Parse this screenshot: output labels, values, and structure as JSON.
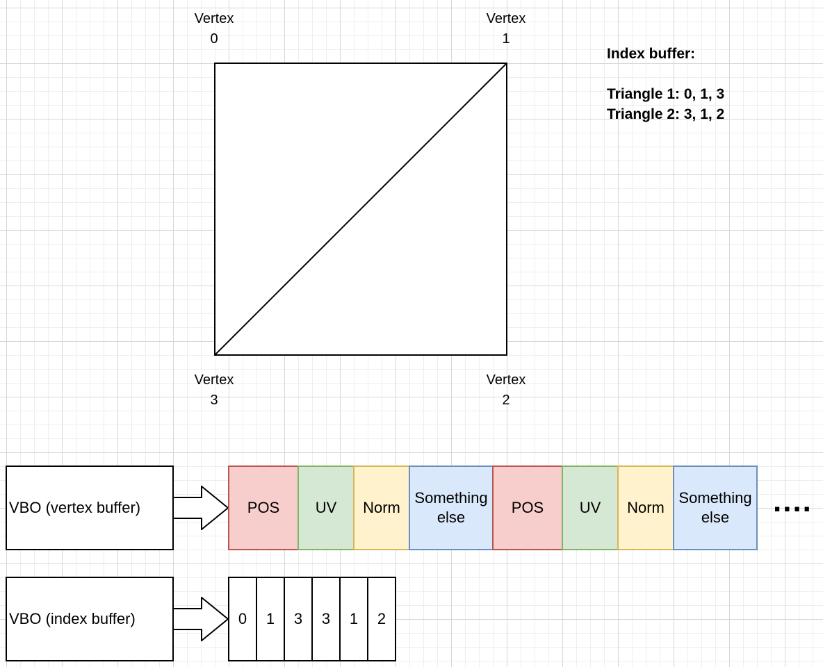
{
  "vertices": [
    {
      "label": "Vertex\n0"
    },
    {
      "label": "Vertex\n1"
    },
    {
      "label": "Vertex\n2"
    },
    {
      "label": "Vertex\n3"
    }
  ],
  "index_info": {
    "text": "Index buffer:\n\nTriangle 1: 0, 1, 3\nTriangle 2: 3, 1, 2"
  },
  "vertex_buffer": {
    "label": "VBO (vertex buffer)",
    "cells": [
      {
        "label": "POS",
        "kind": "pos"
      },
      {
        "label": "UV",
        "kind": "uv"
      },
      {
        "label": "Norm",
        "kind": "norm"
      },
      {
        "label": "Something\nelse",
        "kind": "else"
      },
      {
        "label": "POS",
        "kind": "pos"
      },
      {
        "label": "UV",
        "kind": "uv"
      },
      {
        "label": "Norm",
        "kind": "norm"
      },
      {
        "label": "Something\nelse",
        "kind": "else"
      }
    ],
    "ellipsis": "...."
  },
  "index_buffer": {
    "label": "VBO (index buffer)",
    "cells": [
      "0",
      "1",
      "3",
      "3",
      "1",
      "2"
    ]
  },
  "colors": {
    "pos_fill": "#f8cecc",
    "pos_stroke": "#b85450",
    "uv_fill": "#d5e8d4",
    "uv_stroke": "#82b366",
    "norm_fill": "#fff2cc",
    "norm_stroke": "#d6b656",
    "else_fill": "#dae8fc",
    "else_stroke": "#6c8ebf"
  }
}
